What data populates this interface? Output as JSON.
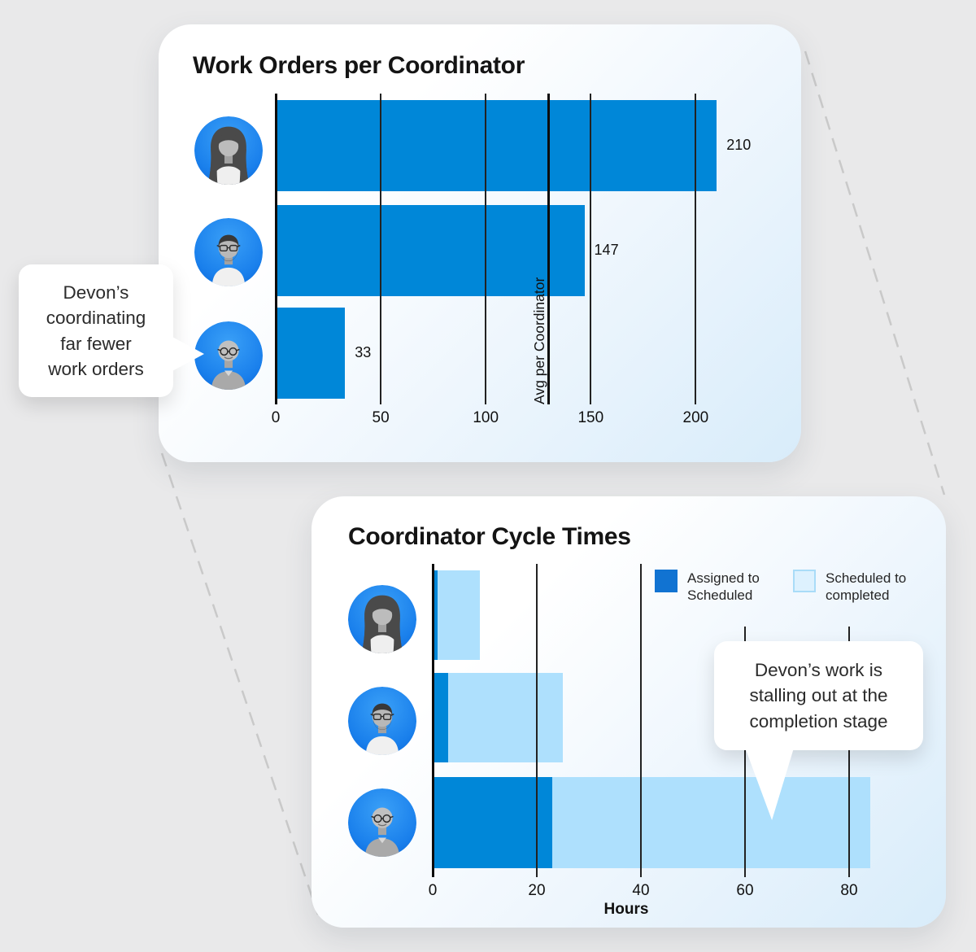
{
  "page": {
    "background": "#e9e9ea"
  },
  "cards": {
    "work_orders": {
      "title": "Work Orders per Coordinator",
      "callout_lines": [
        "Devon’s",
        "coordinating",
        "far fewer",
        "work orders"
      ]
    },
    "cycle_times": {
      "title": "Coordinator Cycle Times",
      "callout_lines": [
        "Devon’s work is",
        "stalling out at the",
        "completion stage"
      ]
    }
  },
  "coordinators": [
    {
      "id": "coordinator-1",
      "avatar": "woman-avatar"
    },
    {
      "id": "coordinator-2",
      "avatar": "man-avatar"
    },
    {
      "id": "devon",
      "avatar": "devon-avatar"
    }
  ],
  "colors": {
    "bar_dark_blue": "#0087d8",
    "bar_light_blue": "#aee0fd",
    "avatar_background_blue": "#1a80ec",
    "callout_background": "#ffffff",
    "grid_line": "#222222"
  },
  "chart_data": [
    {
      "type": "bar",
      "orientation": "horizontal",
      "title": "Work Orders per Coordinator",
      "categories": [
        "coordinator-1",
        "coordinator-2",
        "devon"
      ],
      "values": [
        210,
        147,
        33
      ],
      "data_labels": [
        "210",
        "147",
        "33"
      ],
      "xticks": [
        0,
        50,
        100,
        150,
        200
      ],
      "xlim": [
        0,
        250
      ],
      "grid": "vertical",
      "bar_color": "#0087d8",
      "avg_line": {
        "value": 130,
        "label": "Avg per Coordinator"
      }
    },
    {
      "type": "bar",
      "orientation": "horizontal",
      "stacked": true,
      "title": "Coordinator Cycle Times",
      "categories": [
        "coordinator-1",
        "coordinator-2",
        "devon"
      ],
      "series": [
        {
          "name": "Assigned to Scheduled",
          "color": "#0087d8",
          "legend_color": "#1173d2",
          "values": [
            1,
            3,
            23
          ]
        },
        {
          "name": "Scheduled to completed",
          "color": "#aee0fd",
          "legend_color": "#ddf1fe",
          "legend_border": "#a9dcf8",
          "values": [
            8,
            22,
            61
          ]
        }
      ],
      "totals": [
        9,
        25,
        84
      ],
      "xticks": [
        0,
        20,
        40,
        60,
        80
      ],
      "xlim": [
        0,
        88
      ],
      "grid": "vertical",
      "xlabel": "Hours",
      "legend_position": "top-right"
    }
  ]
}
